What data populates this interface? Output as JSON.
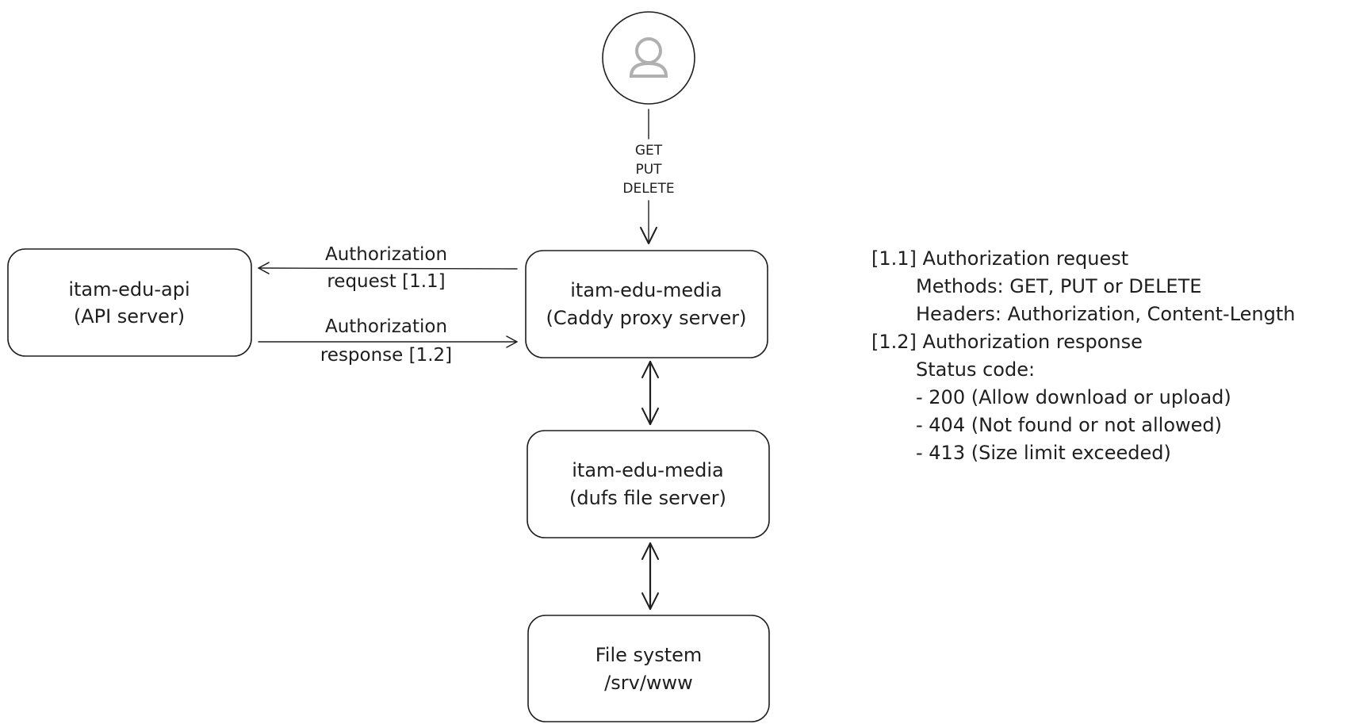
{
  "user": {
    "icon": "user-icon"
  },
  "request_methods": [
    "GET",
    "PUT",
    "DELETE"
  ],
  "nodes": {
    "api": {
      "line1": "itam-edu-api",
      "line2": "(API server)"
    },
    "proxy": {
      "line1": "itam-edu-media",
      "line2": "(Caddy proxy server)"
    },
    "files": {
      "line1": "itam-edu-media",
      "line2": "(dufs file server)"
    },
    "fs": {
      "line1": "File system",
      "line2": "/srv/www"
    }
  },
  "edges": {
    "auth_request": {
      "line1": "Authorization",
      "line2": "request [1.1]"
    },
    "auth_response": {
      "line1": "Authorization",
      "line2": "response [1.2]"
    }
  },
  "legend": {
    "lines": [
      "[1.1] Authorization request",
      "Methods: GET, PUT or DELETE",
      "Headers: Authorization, Content-Length",
      "[1.2] Authorization response",
      "Status code:",
      "- 200 (Allow download or upload)",
      "- 404 (Not found or not allowed)",
      "- 413 (Size limit exceeded)"
    ]
  },
  "colors": {
    "stroke": "#1e1e1e",
    "user_icon": "#b0b0b0",
    "background": "#ffffff"
  }
}
